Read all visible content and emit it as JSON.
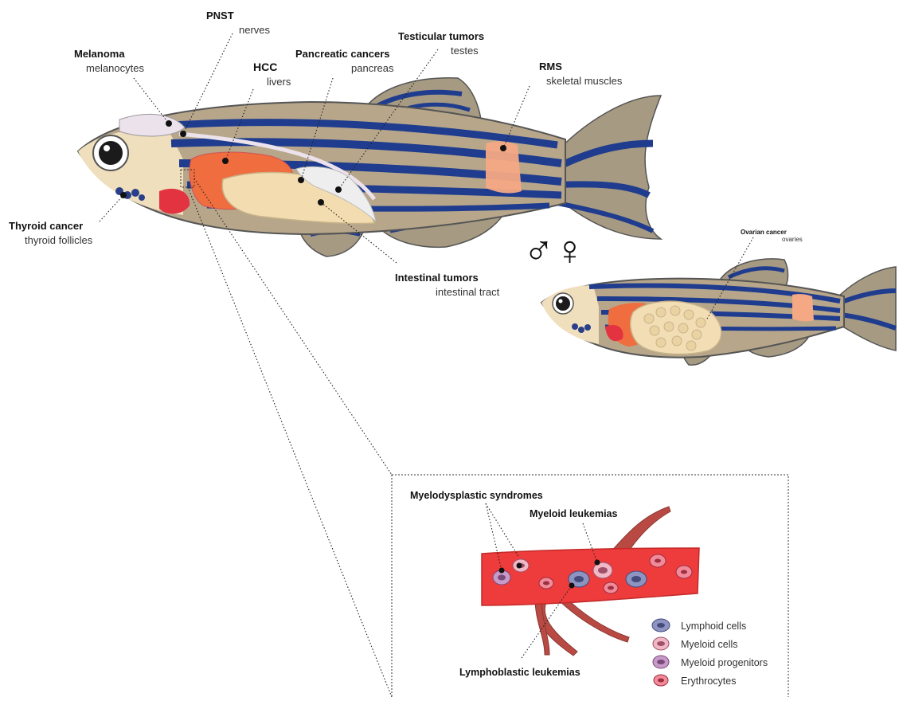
{
  "male_labels": {
    "pnst": {
      "title": "PNST",
      "tissue": "nerves"
    },
    "melanoma": {
      "title": "Melanoma",
      "tissue": "melanocytes"
    },
    "hcc": {
      "title": "HCC",
      "tissue": "livers"
    },
    "pancreatic": {
      "title": "Pancreatic cancers",
      "tissue": "pancreas"
    },
    "testicular": {
      "title": "Testicular tumors",
      "tissue": "testes"
    },
    "rms": {
      "title": "RMS",
      "tissue": "skeletal muscles"
    },
    "thyroid": {
      "title": "Thyroid cancer",
      "tissue": "thyroid follicles"
    },
    "intestinal": {
      "title": "Intestinal tumors",
      "tissue": "intestinal tract"
    }
  },
  "sex_symbols": "♂♀",
  "female_labels": {
    "ovarian": {
      "title": "Ovarian cancer",
      "tissue": "ovaries"
    }
  },
  "blood_panel": {
    "mds": "Myelodysplastic syndromes",
    "myeloid_leukemia": "Myeloid leukemias",
    "lymphoblastic_leukemia": "Lymphoblastic leukemias",
    "legend": [
      {
        "label": "Lymphoid cells",
        "color": "#8e94c2"
      },
      {
        "label": "Myeloid cells",
        "color": "#f0b8c4"
      },
      {
        "label": "Myeloid progenitors",
        "color": "#c79ac8"
      },
      {
        "label": "Erythrocytes",
        "color": "#f28a9a"
      }
    ]
  },
  "colors": {
    "stripe_blue": "#1f3c8e",
    "body_tan": "#b7a68a",
    "liver_orange": "#ef6d3e",
    "vessel_red": "#ee3b3b"
  }
}
